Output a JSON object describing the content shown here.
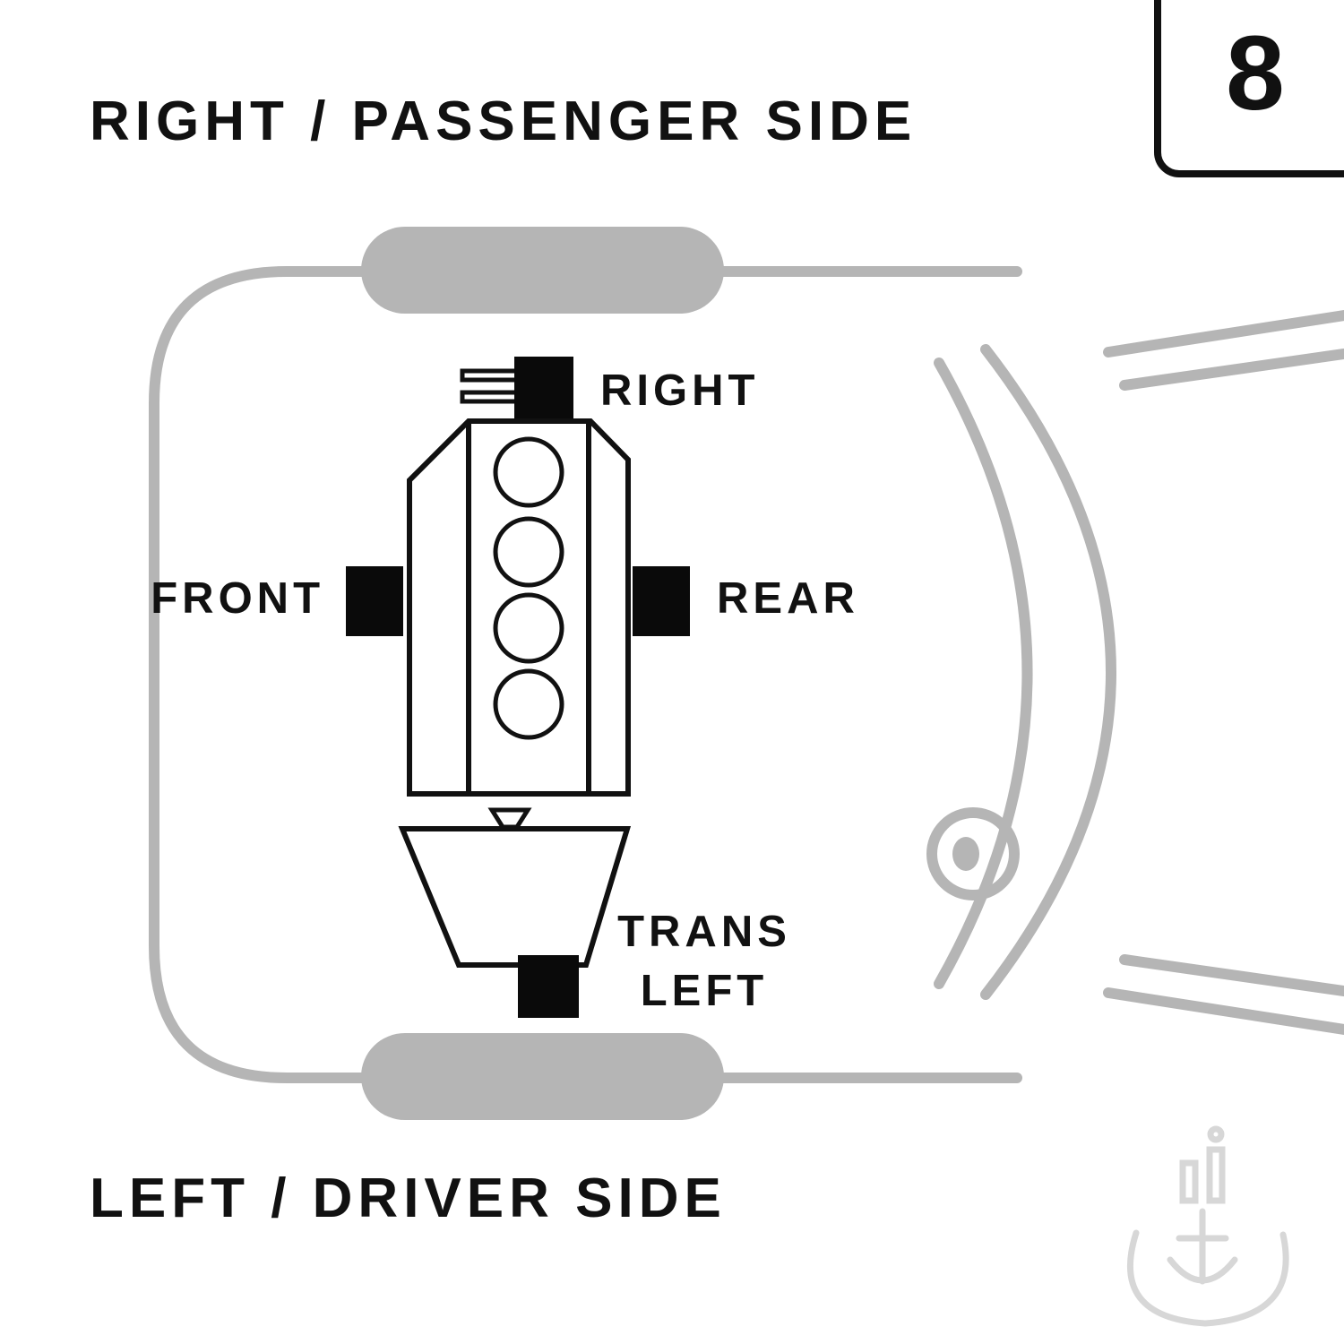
{
  "header": {
    "title": "RIGHT / PASSENGER SIDE"
  },
  "footer": {
    "title": "LEFT / DRIVER SIDE"
  },
  "badge": {
    "number": "8"
  },
  "diagram": {
    "type": "engine-mount-location-diagram",
    "mount_labels": {
      "right": "RIGHT",
      "front": "FRONT",
      "rear": "REAR",
      "trans_line1": "TRANS",
      "trans_line2": "LEFT"
    }
  },
  "colors": {
    "car_outline": "#b5b5b5",
    "engine_outline": "#111111",
    "mount_fill": "#0a0a0a",
    "text": "#111111",
    "watermark": "#d7d7d7"
  }
}
